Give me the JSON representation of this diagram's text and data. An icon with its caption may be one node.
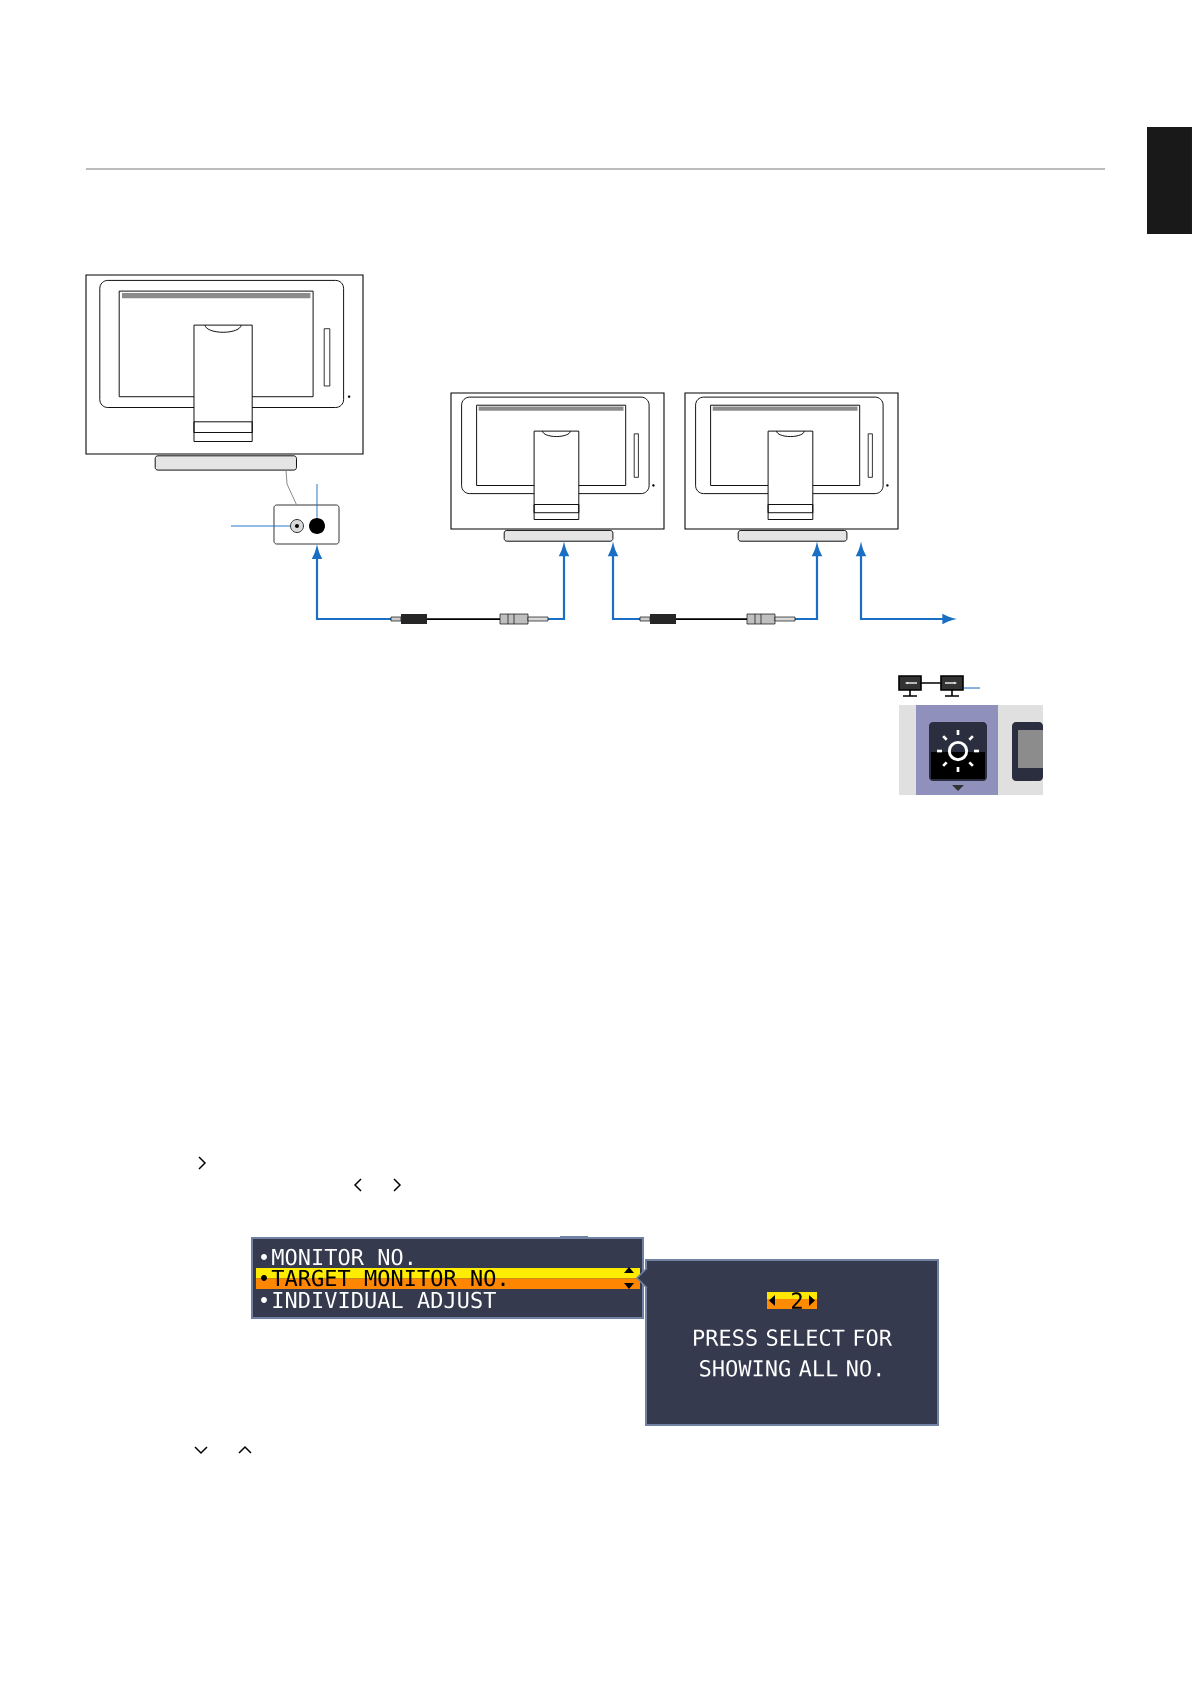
{
  "diagram": {
    "nodes": [
      {
        "text": [],
        "shape": "monitor"
      },
      {
        "text": [],
        "shape": "box"
      },
      {
        "text": [],
        "shape": "circle",
        "in": 1
      },
      {
        "text": [],
        "shape": "circle",
        "in": 1
      },
      {
        "text": [],
        "shape": "monitor"
      },
      {
        "text": [],
        "shape": "monitor"
      },
      {
        "text": [
          "MONITOR NO.",
          "TARGET MONITOR NO.",
          "INDIVIDUAL ADJUST"
        ]
      },
      {
        "text": [
          "2",
          "PRESS SELECT FOR SHOWING ALL NO."
        ]
      }
    ],
    "edges": [
      {
        "from": 3,
        "to": 4,
        "arrow": "both"
      },
      {
        "from": 4,
        "to": 5,
        "arrow": "both"
      },
      {
        "from": 5,
        "to": null,
        "arrow": "both"
      },
      {
        "from": 0,
        "to": 1,
        "arrow": "none",
        "color": "#808080"
      },
      {
        "from": null,
        "to": 2,
        "arrow": "none"
      },
      {
        "from": null,
        "to": 3,
        "arrow": "none"
      }
    ]
  }
}
